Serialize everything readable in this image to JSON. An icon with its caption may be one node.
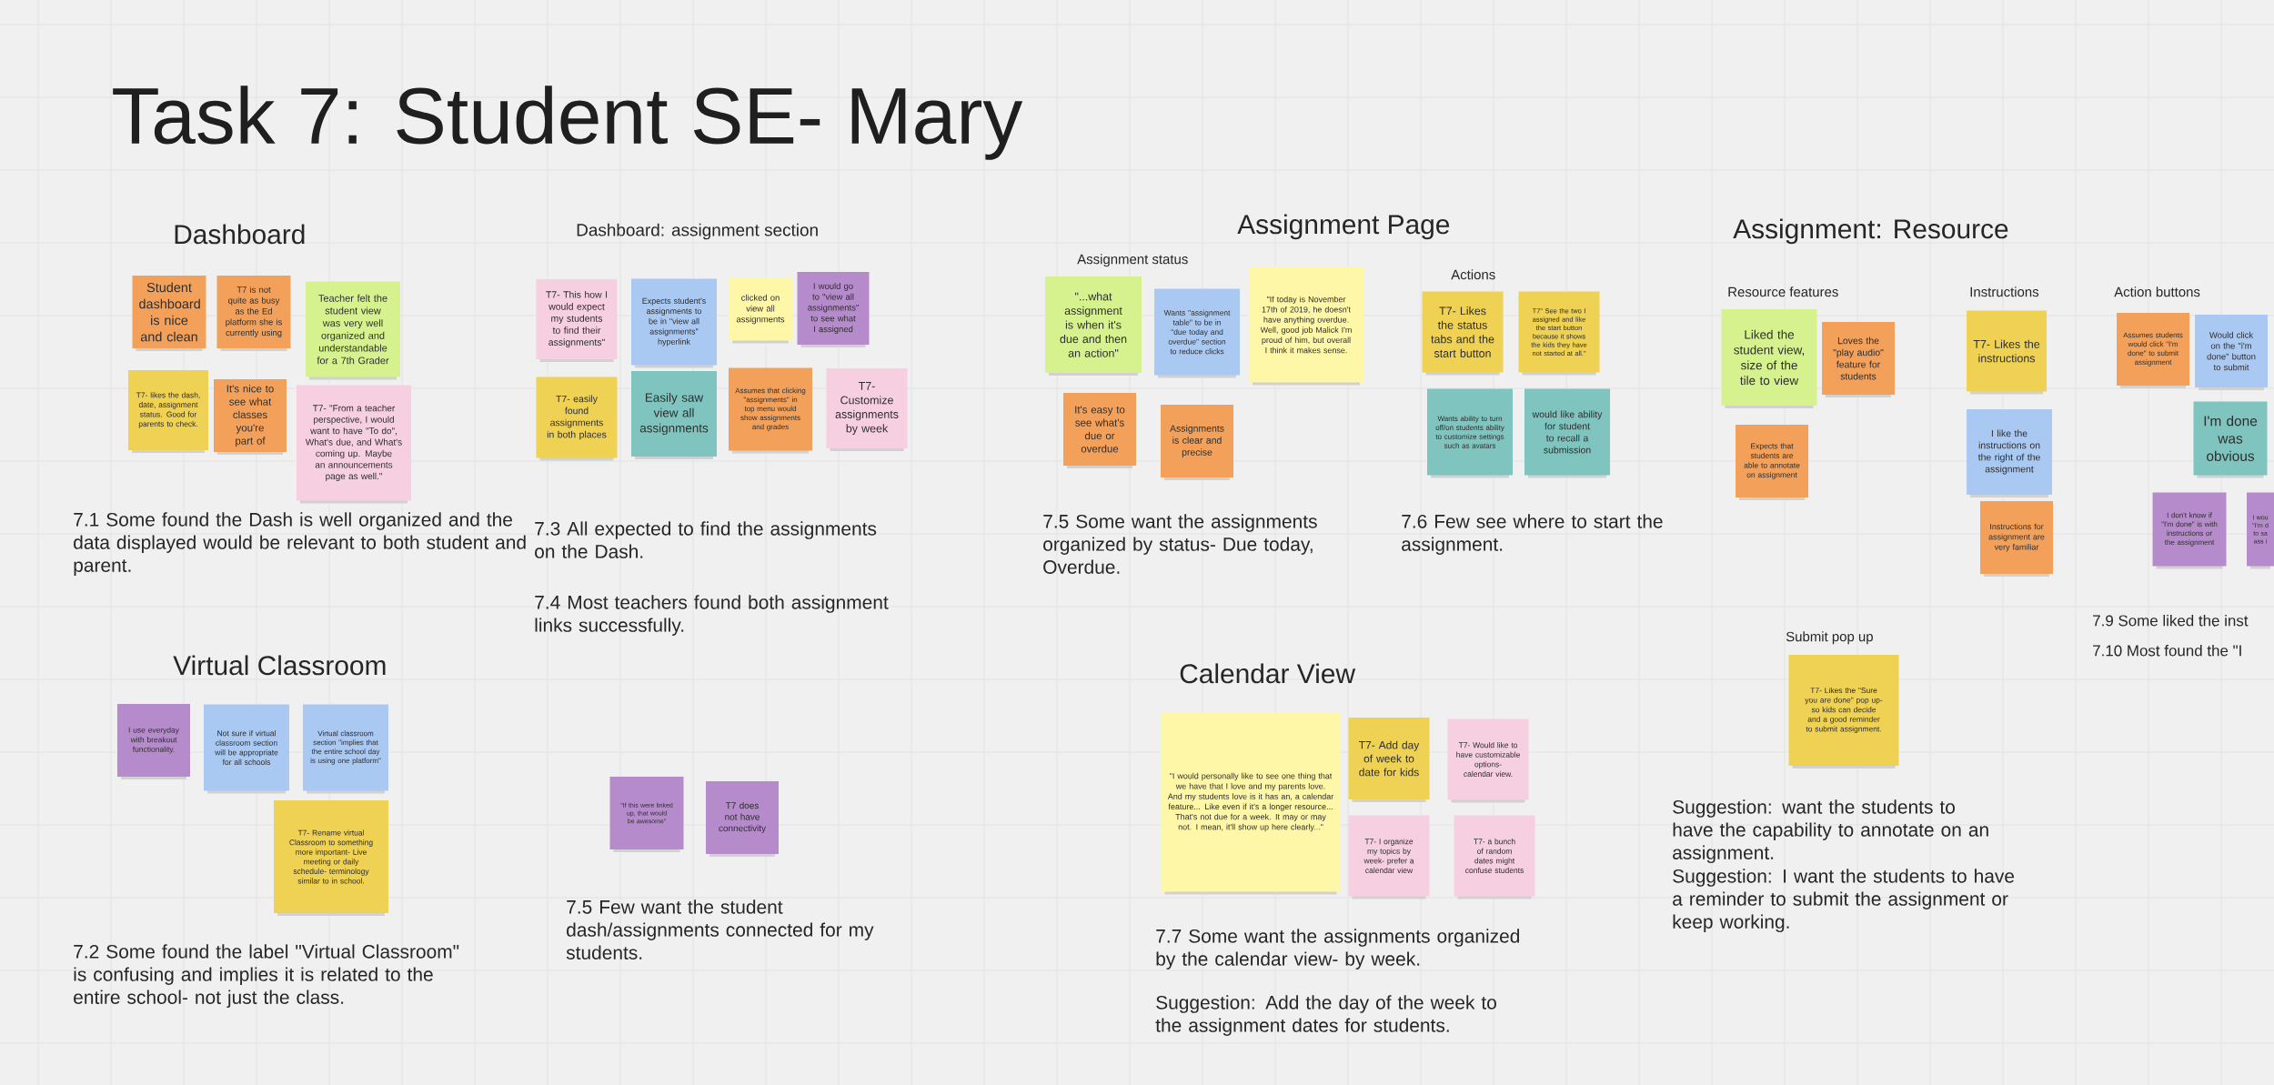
{
  "diagram": {
    "title": "Task 7: Student SE- Mary",
    "nodes": [
      {
        "text": [
          "Student dashboard is nice and clean"
        ]
      },
      {
        "text": [
          "T7 is not quite as busy as the Ed platform she is currently using"
        ]
      },
      {
        "text": [
          "Teacher felt the student view was very well organized and understandable for a 7th Grader"
        ]
      },
      {
        "text": [
          "T7- likes the dash, date, assignment status. Good for parents to check."
        ]
      },
      {
        "text": [
          "It's nice to see what classes you're part of"
        ]
      },
      {
        "text": [
          "T7- \"From a teacher perspective, I would want to have \"To do\", What's due, and What's coming up. Maybe an announcements page as well.\""
        ]
      },
      {
        "text": [
          "T7- This how I would expect my students to find their assignments\""
        ]
      },
      {
        "text": [
          "Expects student's assignments to be in \"view all assignments\" hyperlink"
        ]
      },
      {
        "text": [
          "clicked on view all assignments"
        ]
      },
      {
        "text": [
          "I would go to \"view all assignments\" to see what I assigned"
        ]
      },
      {
        "text": [
          "T7- easily found assignments in both places"
        ]
      },
      {
        "text": [
          "Easily saw view all assignments"
        ]
      },
      {
        "text": [
          "Assumes that clicking \"assignments\" in top menu would show assignments and grades"
        ]
      },
      {
        "text": [
          "T7- Customize assignments by week"
        ]
      },
      {
        "text": [
          "\"...what assignment is when it's due and then an action\""
        ]
      },
      {
        "text": [
          "Wants \"assignment table\" to be in \"due today and overdue\" section to reduce clicks"
        ]
      },
      {
        "text": [
          "\"If today is November 17th of 2019, he doesn't have anything overdue. Well, good job Malick I'm proud of him, but overall I think it makes sense."
        ]
      },
      {
        "text": [
          "It's easy to see what's due or overdue"
        ]
      },
      {
        "text": [
          "Assignments is clear and precise"
        ]
      },
      {
        "text": [
          "T7- Likes the status tabs and the start button"
        ]
      },
      {
        "text": [
          "T7\" See the two I assigned and like the start button because it shows the kids they have not started at all.\""
        ]
      },
      {
        "text": [
          "Wants ability to turn off/on students ability to customize settings such as avatars"
        ]
      },
      {
        "text": [
          "would like ability for student to recall a submission"
        ]
      },
      {
        "text": [
          "Liked the student view, size of the tile to view"
        ]
      },
      {
        "text": [
          "Loves the \"play audio\" feature for students"
        ]
      },
      {
        "text": [
          "Expects that students are able to annotate on assignment"
        ]
      },
      {
        "text": [
          "T7- Likes the instructions"
        ]
      },
      {
        "text": [
          "I like the instructions on the right of the assignment"
        ]
      },
      {
        "text": [
          "Instructions for assignment are very familiar"
        ]
      },
      {
        "text": [
          "Assumes students would click \"I'm done\" to submit assignment"
        ]
      },
      {
        "text": [
          "Would click on the \"i'm done\" button to submit"
        ]
      },
      {
        "text": [
          "I'm done was obvious"
        ]
      },
      {
        "text": [
          "I don't know if \"I'm done\" is with instructions or the assignment"
        ]
      },
      {
        "text": [
          "I wou \"I'm d to sa ass i"
        ]
      },
      {
        "text": [
          "T7- Likes the \"Sure you are done\" pop up- so kids can decide and a good reminder to submit assignment."
        ]
      },
      {
        "text": [
          "I use everyday with breakout functionality."
        ]
      },
      {
        "text": [
          "Not sure if virtual classroom section will be appropriate for all schools"
        ]
      },
      {
        "text": [
          "Virtual classroom section \"implies that the entire school day is using one platform\""
        ]
      },
      {
        "text": [
          "T7- Rename virtual Classroom to something more important- Live meeting or daily schedule- terminology similar to in school."
        ]
      },
      {
        "text": [
          "\"If this were linked up, that would be awesome\""
        ]
      },
      {
        "text": [
          "T7 does not have connectivity"
        ]
      },
      {
        "text": [
          "\"I would personally like to see one thing that we have that I love and my parents love. And my students love is it has an, a calendar feature... Like even if it's a longer resource... That's not due for a week. It may or may not. I mean, it'll show up here clearly...\""
        ]
      },
      {
        "text": [
          "T7- Add day of week to date for kids"
        ]
      },
      {
        "text": [
          "T7- Would like to have customizable options- calendar view."
        ]
      },
      {
        "text": [
          "T7- I organize my topics by week- prefer a calendar view"
        ]
      },
      {
        "text": [
          "T7- a bunch of random dates might confuse students"
        ]
      }
    ],
    "labels": [
      "Dashboard",
      "Dashboard: assignment section",
      "Assignment Page",
      "Assignment: Resource",
      "Assignment status",
      "Actions",
      "Resource features",
      "Instructions",
      "Action buttons",
      "7.1 Some found the Dash is well organized and the data displayed would be relevant to both student and parent.",
      "7.3 All expected to find the assignments on the Dash.",
      "7.4 Most teachers found both assignment links successfully.",
      "7.5 Some want the assignments organized by status- Due today, Overdue.",
      "7.6 Few see where to start the assignment.",
      "7.9 Some liked the inst",
      "7.10 Most found the \"I",
      "Submit pop up",
      "Virtual Classroom",
      "Calendar View",
      "Suggestion: want the students to have the capability to annotate on an assignment.",
      "Suggestion: I want the students to have a reminder to submit the assignment or keep working.",
      "7.5 Few want the student dash/assignments connected for my students.",
      "7.7 Some want the assignments organized by the calendar view- by week.",
      "7.2 Some found the label \"Virtual Classroom\" is confusing and implies it is related to the entire school- not just the class.",
      "Suggestion: Add the day of the week to the assignment dates for students."
    ]
  }
}
